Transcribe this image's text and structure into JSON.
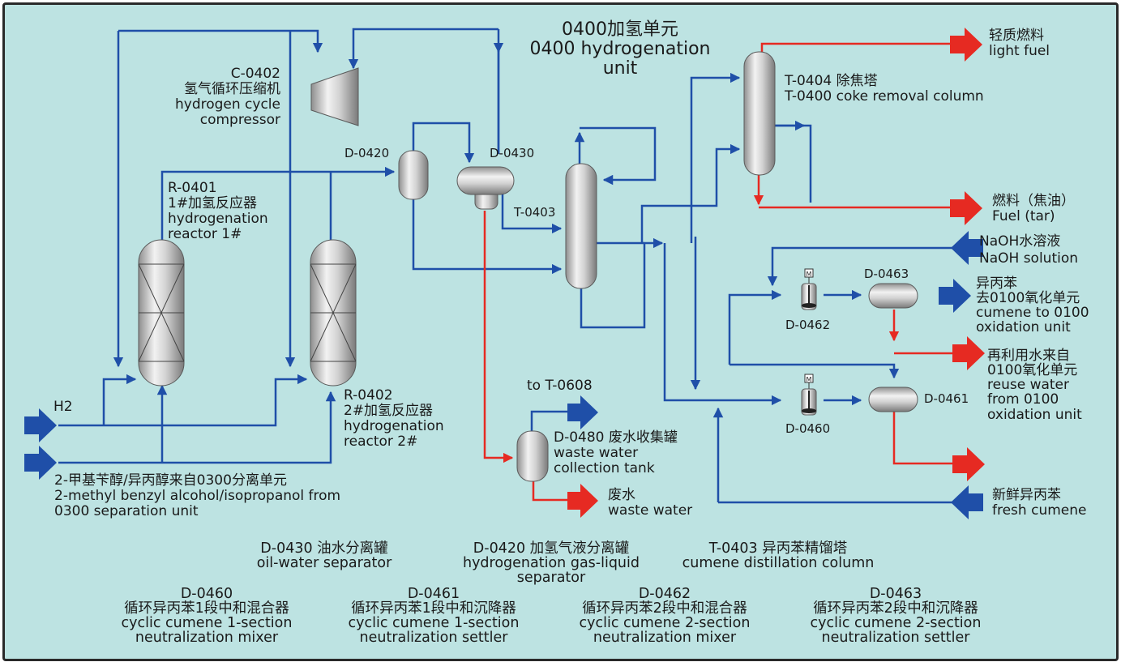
{
  "title": {
    "zh": "0400加氢单元",
    "en_1": "0400 hydrogenation",
    "en_2": "unit"
  },
  "equipment": {
    "c0402": {
      "tag": "C-0402",
      "zh": "氢气循环压缩机",
      "en_1": "hydrogen cycle",
      "en_2": "compressor"
    },
    "r0401": {
      "tag": "R-0401",
      "zh": "1#加氢反应器",
      "en_1": "hydrogenation",
      "en_2": "reactor 1#"
    },
    "r0402": {
      "tag": "R-0402",
      "zh": "2#加氢反应器",
      "en_1": "hydrogenation",
      "en_2": "reactor 2#"
    },
    "d0420": {
      "tag": "D-0420"
    },
    "d0430": {
      "tag": "D-0430"
    },
    "t0403": {
      "tag": "T-0403"
    },
    "t0404": {
      "line_1": "T-0404 除焦塔",
      "line_2": "T-0400 coke removal column"
    },
    "d0480": {
      "line_1": "D-0480 废水收集罐",
      "line_2": "waste water",
      "line_3": "collection tank"
    },
    "d0462": {
      "tag": "D-0462"
    },
    "d0463": {
      "tag": "D-0463"
    },
    "d0460": {
      "tag": "D-0460"
    },
    "d0461": {
      "tag": "D-0461"
    },
    "mixer_mark": "M"
  },
  "streams": {
    "h2": "H2",
    "feed": {
      "zh": "2-甲基苄醇/异丙醇来自0300分离单元",
      "en_1": "2-methyl benzyl alcohol/isopropanol from",
      "en_2": "0300 separation unit"
    },
    "light_fuel": {
      "zh": "轻质燃料",
      "en": "light fuel"
    },
    "fuel_tar": {
      "zh": "燃料（焦油）",
      "en": "Fuel (tar)"
    },
    "naoh": {
      "zh": "NaOH水溶液",
      "en": "NaOH solution"
    },
    "cumene_out": {
      "zh_1": "异丙苯",
      "zh_2": "去0100氧化单元",
      "en_1": "cumene to 0100",
      "en_2": "oxidation unit"
    },
    "reuse_water": {
      "zh_1": "再利用水来自",
      "zh_2": "0100氧化单元",
      "en_1": "reuse water",
      "en_2": "from 0100",
      "en_3": "oxidation unit"
    },
    "to_t0608": "to T-0608",
    "waste_water": {
      "zh": "废水",
      "en": "waste water"
    },
    "fresh_cumene": {
      "zh": "新鲜异丙苯",
      "en": "fresh cumene"
    }
  },
  "legend": {
    "d0430": {
      "l1": "D-0430 油水分离罐",
      "l2": "oil-water separator"
    },
    "d0420": {
      "l1": "D-0420 加氢气液分离罐",
      "l2": "hydrogenation gas-liquid",
      "l3": "separator"
    },
    "t0403": {
      "l1": "T-0403 异丙苯精馏塔",
      "l2": "cumene distillation column"
    },
    "d0460": {
      "l1": "D-0460",
      "l2": "循环异丙苯1段中和混合器",
      "l3": "cyclic cumene 1-section",
      "l4": "neutralization mixer"
    },
    "d0461": {
      "l1": "D-0461",
      "l2": "循环异丙苯1段中和沉降器",
      "l3": "cyclic cumene 1-section",
      "l4": "neutralization settler"
    },
    "d0462": {
      "l1": "D-0462",
      "l2": "循环异丙苯2段中和混合器",
      "l3": "cyclic cumene 2-section",
      "l4": "neutralization mixer"
    },
    "d0463": {
      "l1": "D-0463",
      "l2": "循环异丙苯2段中和沉降器",
      "l3": "cyclic cumene 2-section",
      "l4": "neutralization settler"
    }
  },
  "colors": {
    "process_line": "#1f4fa8",
    "water_line": "#e62a22",
    "background": "#bde3e2",
    "vessel": "#c8c8c8"
  }
}
